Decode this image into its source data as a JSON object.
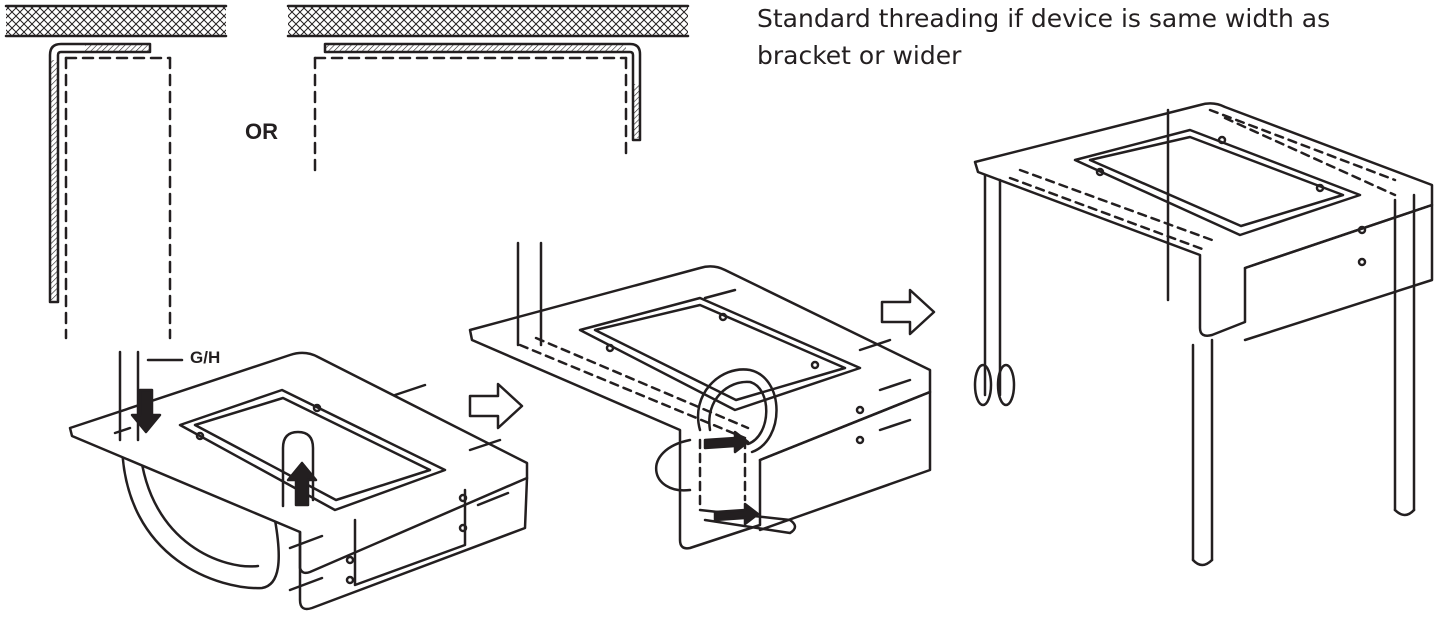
{
  "caption": "Standard threading if device is same width as bracket or wider",
  "or_label": "OR",
  "callout_label": "G/H",
  "icons": [
    "ceiling-hatch-icon",
    "bracket-section-icon",
    "strap-icon",
    "arrow-down-icon",
    "arrow-up-icon",
    "next-step-arrow-icon",
    "buckle-icon"
  ]
}
